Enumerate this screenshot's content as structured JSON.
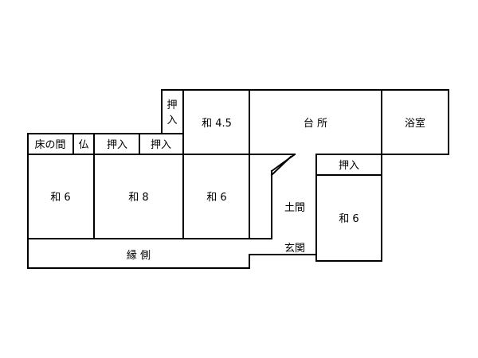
{
  "floor_plan": {
    "line_color": "#000000",
    "background": "#ffffff",
    "rooms": {
      "washitsu_6_left": "和 6",
      "washitsu_8": "和 8",
      "washitsu_6_center": "和 6",
      "washitsu_45": "和 4.5",
      "washitsu_6_right": "和 6",
      "kitchen": "台 所",
      "bathroom": "浴室",
      "tokonoma": "床の間",
      "butsuma": "仏",
      "closet_1": "押入",
      "closet_2": "押入",
      "closet_top_char1": "押",
      "closet_top_char2": "入",
      "closet_right": "押入",
      "doma": "土間",
      "entrance": "玄関",
      "engawa": "縁 側"
    }
  }
}
